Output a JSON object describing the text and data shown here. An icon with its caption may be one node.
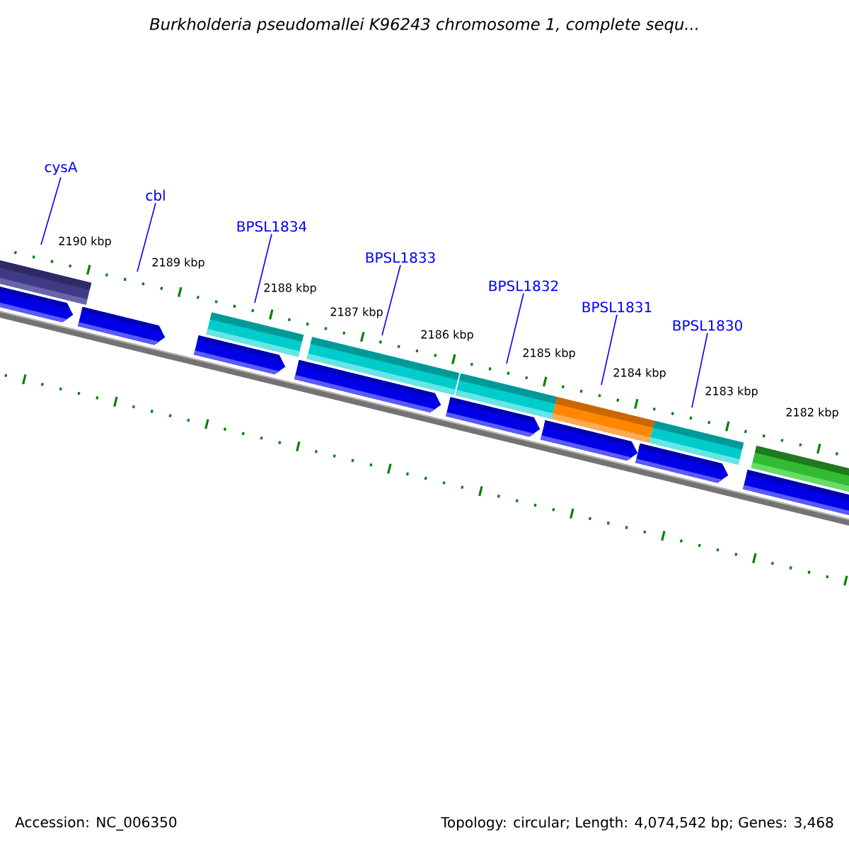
{
  "diagram": {
    "title": "Burkholderia pseudomallei K96243 chromosome 1, complete sequ...",
    "nodes": [
      {
        "text": [
          "cysA"
        ]
      },
      {
        "text": [
          "cbl"
        ]
      },
      {
        "text": [
          "BPSL1834"
        ]
      },
      {
        "text": [
          "BPSL1833"
        ]
      },
      {
        "text": [
          "BPSL1832"
        ]
      },
      {
        "text": [
          "BPSL1831"
        ]
      },
      {
        "text": [
          "BPSL1830"
        ]
      }
    ],
    "edges": [
      {
        "from": 0,
        "to": null,
        "arrow": "none"
      },
      {
        "from": 1,
        "to": null,
        "arrow": "none"
      },
      {
        "from": 2,
        "to": null,
        "arrow": "none"
      },
      {
        "from": 3,
        "to": null,
        "arrow": "none"
      },
      {
        "from": 4,
        "to": null,
        "arrow": "none"
      },
      {
        "from": 5,
        "to": null,
        "arrow": "none"
      },
      {
        "from": 6,
        "to": null,
        "arrow": "none"
      }
    ],
    "labels": [
      "2190 kbp",
      "2189 kbp",
      "2188 kbp",
      "2187 kbp",
      "2186 kbp",
      "2185 kbp",
      "2184 kbp",
      "2183 kbp",
      "2182 kbp",
      "Accession: NC_006350",
      "Topology: circular; Length: 4,074,542 bp; Genes: 3,468"
    ]
  }
}
